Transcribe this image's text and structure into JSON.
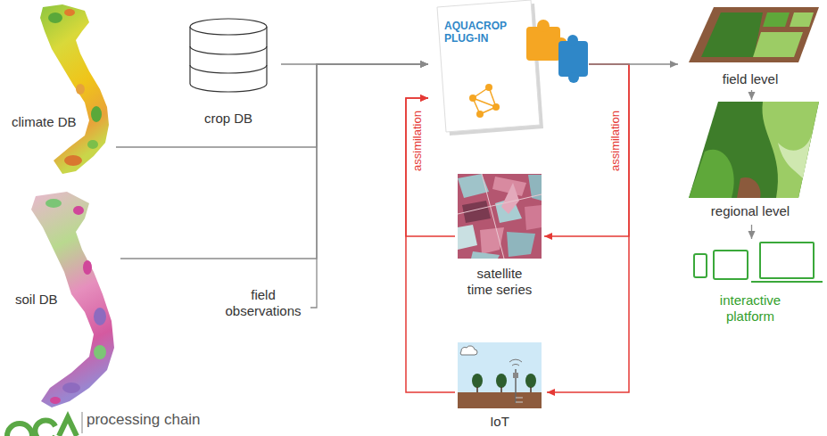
{
  "diagram": {
    "nodes": [
      {
        "text": [
          "climate DB"
        ]
      },
      {
        "text": [
          "crop DB"
        ]
      },
      {
        "text": [
          "soil DB"
        ]
      },
      {
        "text": [
          "field observations"
        ]
      },
      {
        "text": [
          "AQUACROP PLUG-IN"
        ]
      },
      {
        "text": [
          "satellite time series"
        ]
      },
      {
        "text": [
          "IoT"
        ]
      },
      {
        "text": [
          "field level"
        ]
      },
      {
        "text": [
          "regional level"
        ]
      },
      {
        "text": [
          "interactive platform"
        ]
      }
    ],
    "edges": [
      {
        "from": 0,
        "to": 4,
        "arrow": "to"
      },
      {
        "from": 1,
        "to": 4,
        "arrow": "to"
      },
      {
        "from": 2,
        "to": 4,
        "arrow": "to"
      },
      {
        "from": 3,
        "to": 4,
        "arrow": "to"
      },
      {
        "from": 4,
        "to": 7,
        "arrow": "to"
      },
      {
        "from": 7,
        "to": 8,
        "arrow": "to"
      },
      {
        "from": 8,
        "to": 9,
        "arrow": "to"
      },
      {
        "from": 4,
        "to": 5,
        "arrow": "to"
      },
      {
        "from": 4,
        "to": 6,
        "arrow": "to"
      },
      {
        "from": 5,
        "to": 4,
        "arrow": "to"
      },
      {
        "from": 6,
        "to": 4,
        "arrow": "to"
      }
    ],
    "labels": [
      "assimilation",
      "assimilation",
      "processing chain"
    ]
  }
}
